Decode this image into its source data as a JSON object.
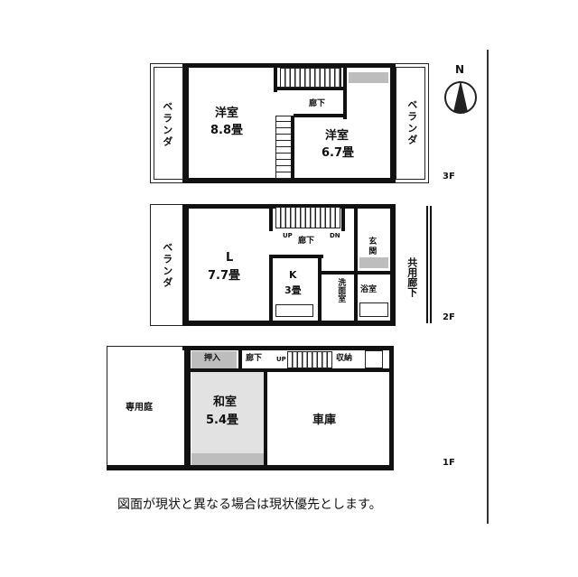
{
  "floors": {
    "f3": {
      "label": "3F",
      "rooms": {
        "veranda_left": "ベランダ",
        "western1_name": "洋室",
        "western1_size": "8.8畳",
        "hall": "廊下",
        "western2_name": "洋室",
        "western2_size": "6.7畳",
        "veranda_right": "ベランダ"
      }
    },
    "f2": {
      "label": "2F",
      "rooms": {
        "veranda": "ベランダ",
        "living_name": "L",
        "living_size": "7.7畳",
        "kitchen_name": "K",
        "kitchen_size": "3畳",
        "hall": "廊下",
        "up": "UP",
        "dn": "DN",
        "entrance": "玄関",
        "washroom": "洗面室",
        "bath": "浴室",
        "common_corridor": "共用廊下"
      }
    },
    "f1": {
      "label": "1F",
      "rooms": {
        "garden": "専用庭",
        "closet": "押入",
        "hall": "廊下",
        "up": "UP",
        "storage": "収納",
        "japanese_name": "和室",
        "japanese_size": "5.4畳",
        "garage": "車庫"
      }
    }
  },
  "compass": {
    "label": "N",
    "icon": "north-arrow-icon"
  },
  "caption": "図面が現状と異なる場合は現状優先とします。"
}
